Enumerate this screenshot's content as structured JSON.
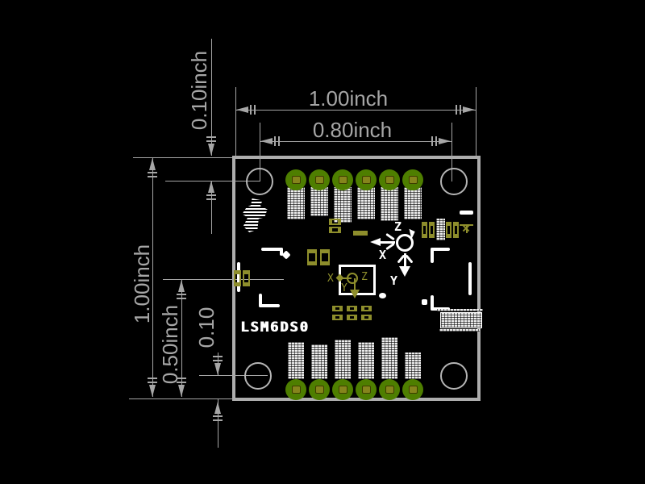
{
  "drawing": {
    "type": "pcb-dimension-drawing",
    "units": "inch"
  },
  "dimensions": {
    "top": [
      {
        "id": "overall-width",
        "label": "1.00inch"
      },
      {
        "id": "hole-span-width",
        "label": "0.80inch"
      }
    ],
    "left": [
      {
        "id": "overall-height",
        "label": "1.00inch"
      },
      {
        "id": "center-to-bottom-edge",
        "label": "0.50inch"
      },
      {
        "id": "hole-row-to-edge",
        "label": "0.10"
      },
      {
        "id": "top-edge-to-pin-row",
        "label": "0.10inch"
      }
    ]
  },
  "board": {
    "part_label": "LSM6DS0",
    "top_pin_count": 6,
    "bottom_pin_count": 6,
    "mounting_hole_count": 4,
    "axes": {
      "x": "X",
      "y": "Y",
      "z": "Z"
    },
    "ic_axes": {
      "x": "X",
      "y": "Y",
      "z": "Z"
    },
    "colors": {
      "pad_green": "#4e7e00",
      "pad_slot_olive": "#85851c",
      "copper_olive": "#8e8e2c",
      "silkscreen_white": "#ffffff",
      "board_outline_gray": "#adadad",
      "dimension_gray": "#a6a6a6",
      "hole_ring_gray": "#b5b5b5",
      "background": "#000000"
    }
  }
}
